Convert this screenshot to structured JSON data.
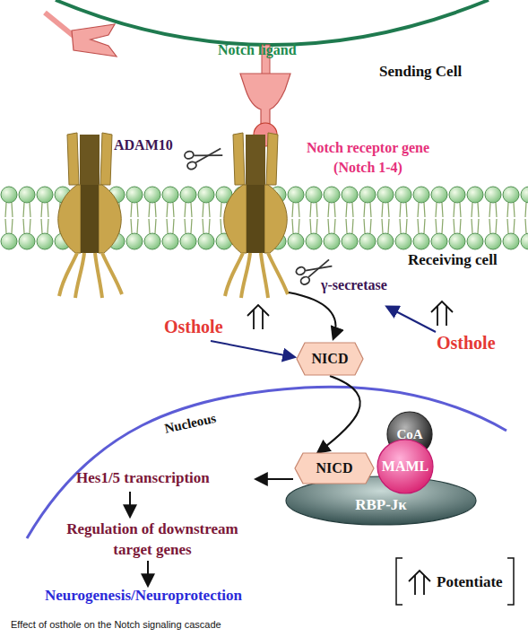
{
  "diagram": {
    "caption": "Effect of osthole on the Notch signaling cascade",
    "nodes": [
      {
        "text": [
          "NICD"
        ]
      },
      {
        "text": [
          "CoA"
        ]
      },
      {
        "text": [
          "NICD"
        ]
      },
      {
        "text": [
          "MAML"
        ]
      },
      {
        "text": [
          "RBP-Jκ"
        ]
      }
    ],
    "edges": [
      {
        "from": 0,
        "to": 2,
        "arrow": "to"
      }
    ],
    "labels": [
      "Notch ligand",
      "Sending Cell",
      "ADAM10",
      "Notch receptor gene (Notch 1-4)",
      "Receiving cell",
      "γ-secretase",
      "Osthole",
      "Osthole",
      "Nucleous",
      "Hes1/5 transcription",
      "Regulation of downstream target genes",
      "Neurogenesis/Neuroprotection"
    ],
    "legend": [
      {
        "text": "Potentiate"
      }
    ]
  }
}
